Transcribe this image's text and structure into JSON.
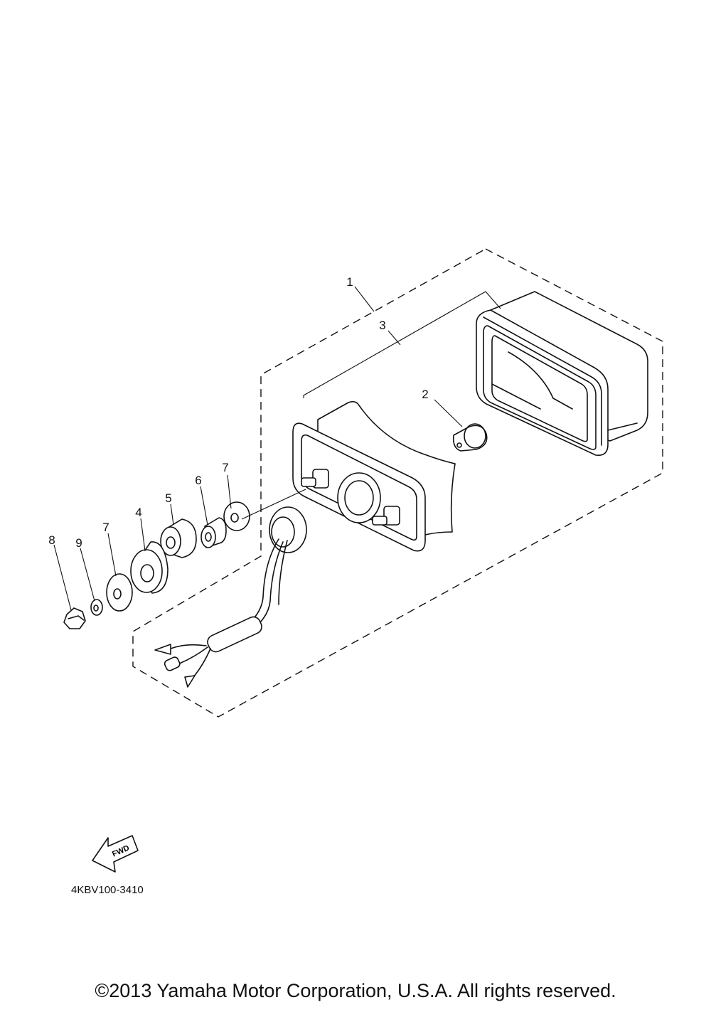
{
  "callouts": {
    "c1": "1",
    "c2": "2",
    "c3": "3",
    "c4": "4",
    "c5": "5",
    "c6": "6",
    "c7a": "7",
    "c7b": "7",
    "c8": "8",
    "c9": "9"
  },
  "fwd_label": "FWD",
  "drawing_code": "4KBV100-3410",
  "copyright": "©2013 Yamaha Motor Corporation, U.S.A. All rights reserved."
}
